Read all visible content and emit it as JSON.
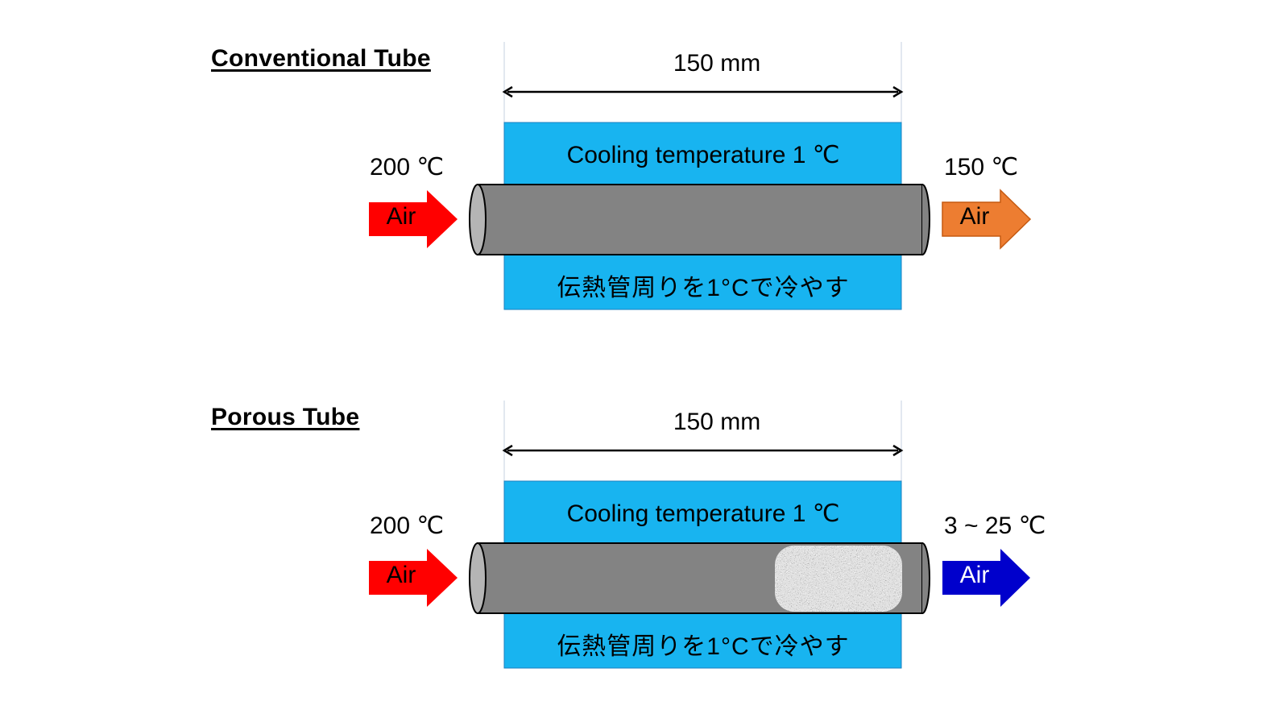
{
  "colors": {
    "cooling": "#18b4f0",
    "tube": "#838383",
    "tube_end": "#b5b5b5",
    "hot_air": "#ff0000",
    "warm_air": "#ed7d31",
    "cold_air": "#0000cc"
  },
  "panels": [
    {
      "heading": "Conventional Tube",
      "length": "150 mm",
      "cooling_label": "Cooling temperature 1 ℃",
      "cooling_label_ja": "伝熱管周りを1°Cで冷やす",
      "inlet_temp": "200 ℃",
      "outlet_temp": "150 ℃",
      "inlet_label": "Air",
      "outlet_label": "Air",
      "outlet_color": "#ed7d31",
      "porous": false
    },
    {
      "heading": "Porous Tube",
      "length": "150 mm",
      "cooling_label": "Cooling temperature 1 ℃",
      "cooling_label_ja": "伝熱管周りを1°Cで冷やす",
      "inlet_temp": "200 ℃",
      "outlet_temp": "3 ~ 25 ℃",
      "inlet_label": "Air",
      "outlet_label": "Air",
      "outlet_color": "#0000cc",
      "porous": true
    }
  ]
}
